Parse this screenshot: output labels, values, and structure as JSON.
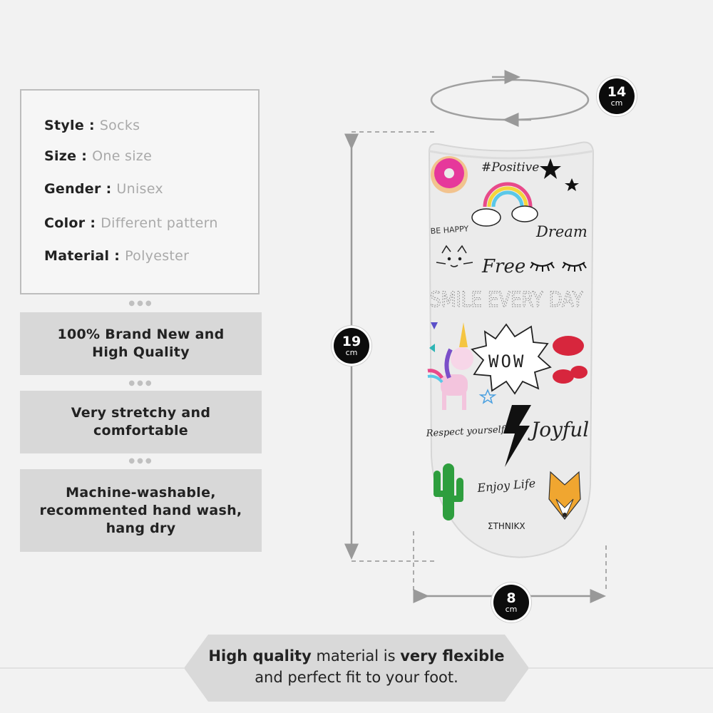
{
  "specs": [
    {
      "label": "Style",
      "value": "Socks"
    },
    {
      "label": "Size",
      "value": "One size"
    },
    {
      "label": "Gender",
      "value": "Unisex"
    },
    {
      "label": "Color",
      "value": "Different pattern"
    },
    {
      "label": "Material",
      "value": "Polyester"
    }
  ],
  "separator": ":",
  "features": [
    {
      "line1": "100% Brand New and",
      "line2": "High Quality"
    },
    {
      "line1": "Very stretchy and",
      "line2": "comfortable"
    },
    {
      "line1": "Machine-washable,",
      "line2": "recommented hand wash,",
      "line3": "hang dry"
    }
  ],
  "dimensions": {
    "circumference": {
      "value": "14",
      "unit": "cm"
    },
    "height": {
      "value": "19",
      "unit": "cm"
    },
    "width": {
      "value": "8",
      "unit": "cm"
    }
  },
  "sock_print": {
    "positive": "#Positive",
    "be_happy": "BE HAPPY",
    "dream": "Dream",
    "free": "Free",
    "smile": "SMILE EVERY DAY",
    "wow": "WOW",
    "respect": "Respect yourself",
    "joyful": "Joyful",
    "enjoy": "Enjoy Life",
    "brand": "ΣTHNIKX"
  },
  "banner": {
    "bold1": "High quality",
    "text1": " material is ",
    "bold2": "very flexible",
    "line2": "and perfect fit to your foot."
  },
  "colors": {
    "badge": "#0c0c0c",
    "feature_bg": "#d8d8d8",
    "banner_bg": "#d9d9d9"
  }
}
